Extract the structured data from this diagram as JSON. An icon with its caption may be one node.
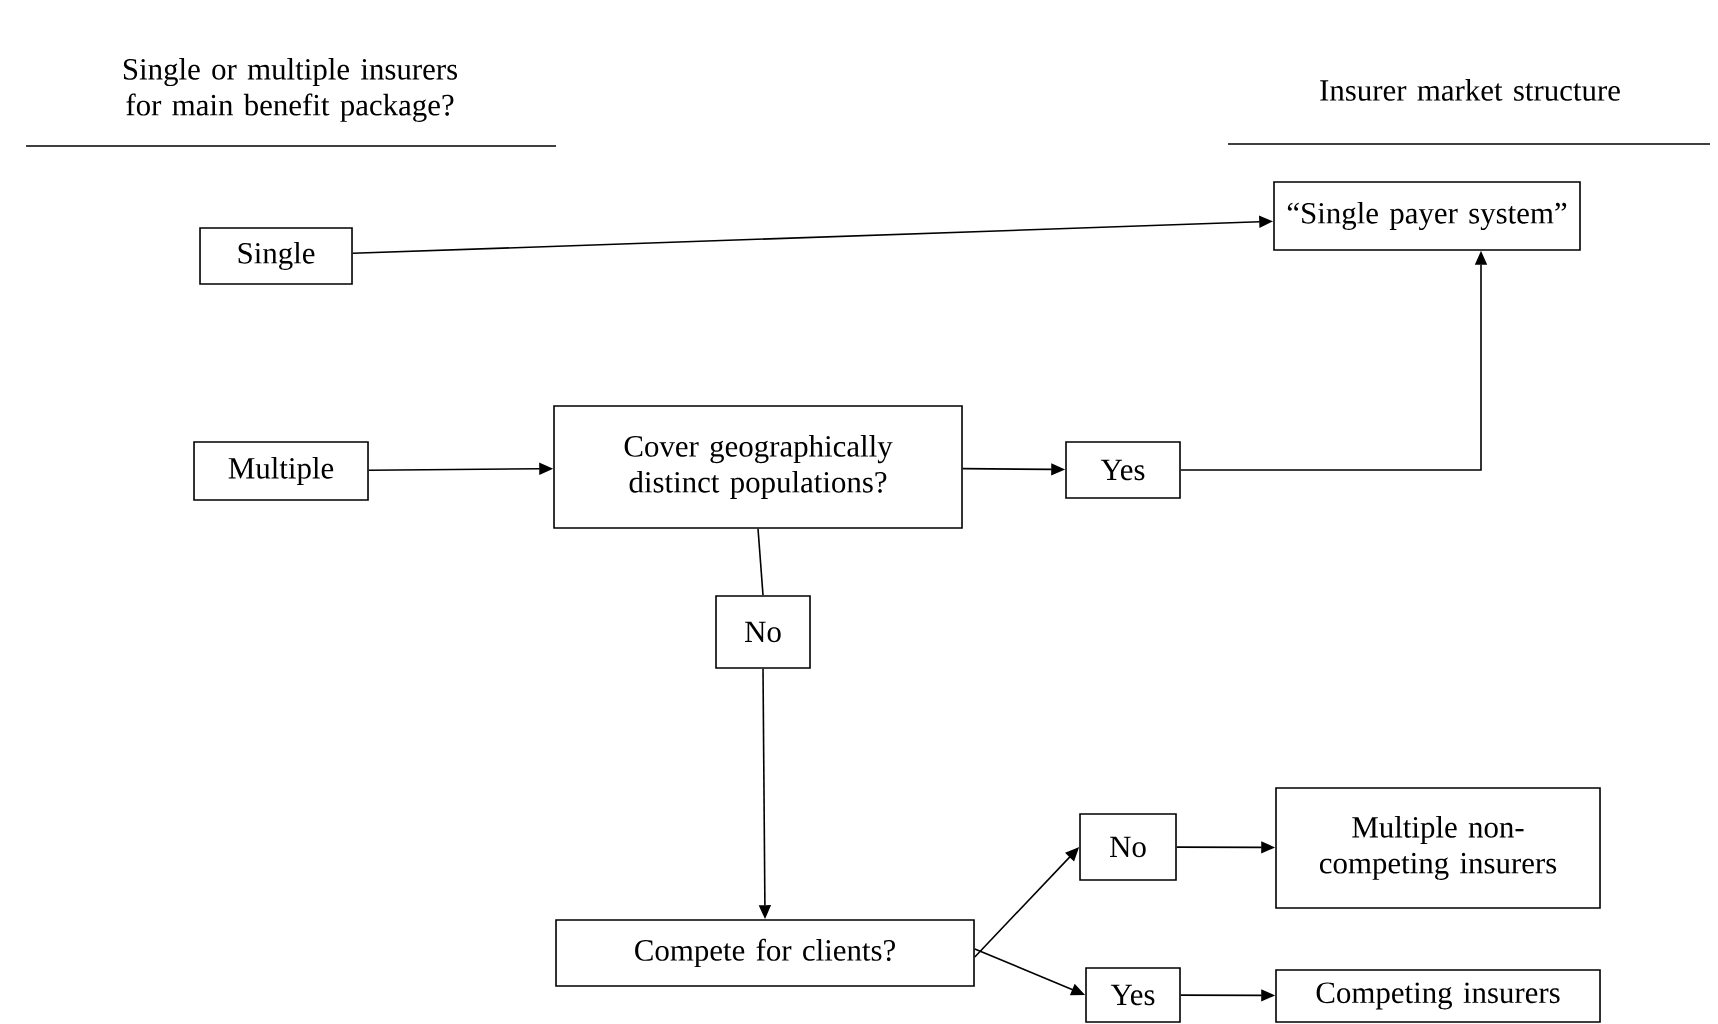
{
  "diagram": {
    "nodes": [
      {
        "text": [
          "Single"
        ]
      },
      {
        "text": [
          "“Single payer system”"
        ]
      },
      {
        "text": [
          "Multiple"
        ]
      },
      {
        "text": [
          "Cover geographically distinct populations?"
        ]
      },
      {
        "text": [
          "Yes"
        ]
      },
      {
        "text": [
          "No"
        ]
      },
      {
        "text": [
          "Compete for clients?"
        ]
      },
      {
        "text": [
          "No"
        ]
      },
      {
        "text": [
          "Multiple non-competing insurers"
        ]
      },
      {
        "text": [
          "Yes"
        ]
      },
      {
        "text": [
          "Competing insurers"
        ]
      }
    ],
    "edges": [
      {
        "from": 0,
        "to": 1,
        "arrow": "to"
      },
      {
        "from": 2,
        "to": 3,
        "arrow": "to"
      },
      {
        "from": 3,
        "to": 4,
        "arrow": "to"
      },
      {
        "from": 4,
        "to": 1,
        "arrow": "to"
      },
      {
        "from": 3,
        "to": 5,
        "arrow": "none"
      },
      {
        "from": 5,
        "to": 6,
        "arrow": "to"
      },
      {
        "from": 6,
        "to": 7,
        "arrow": "to"
      },
      {
        "from": 7,
        "to": 8,
        "arrow": "to"
      },
      {
        "from": 6,
        "to": 9,
        "arrow": "to"
      },
      {
        "from": 9,
        "to": 10,
        "arrow": "to"
      }
    ],
    "labels": [
      "Single or multiple insurers for main benefit package?",
      "Insurer market structure"
    ]
  }
}
